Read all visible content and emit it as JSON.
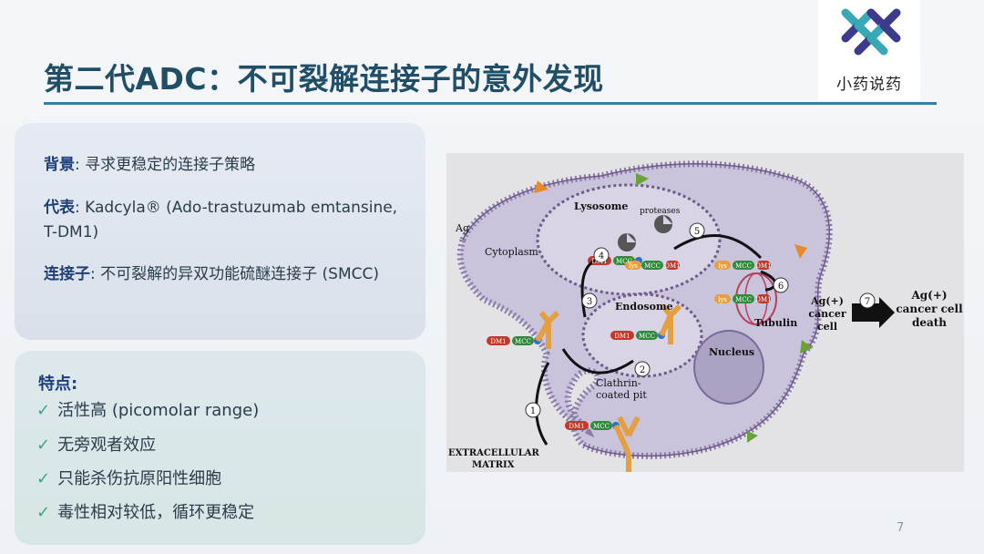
{
  "slide": {
    "title": "第二代ADC：不可裂解连接子的意外发现",
    "page_number": "7"
  },
  "logo": {
    "text": "小药说药"
  },
  "info": {
    "background_label": "背景",
    "background_text": ": 寻求更稳定的连接子策略",
    "representative_label": "代表",
    "representative_text": ": Kadcyla® (Ado-trastuzumab emtansine, T-DM1)",
    "linker_label": "连接子",
    "linker_text": ": 不可裂解的异双功能硫醚连接子 (SMCC)"
  },
  "features": {
    "title": "特点:",
    "check_glyph": "✓",
    "items": [
      "活性高 (picomolar range)",
      "无旁观者效应",
      "只能杀伤抗原阳性细胞",
      "毒性相对较低，循环更稳定"
    ]
  },
  "figure": {
    "label_ag": "Ag",
    "label_cytoplasm": "Cytoplasm",
    "label_lysosome": "Lysosome",
    "label_proteases": "proteases",
    "label_endosome": "Endosome",
    "label_nucleus": "Nucleus",
    "label_tubulin": "Tubulin",
    "label_clathrin_1": "Clathrin-",
    "label_clathrin_2": "coated pit",
    "label_extracellular_1": "EXTRACELLULAR",
    "label_extracellular_2": "MATRIX",
    "label_ag_cancer_1": "Ag(+)",
    "label_ag_cancer_2": "cancer",
    "label_ag_cancer_3": "cell",
    "label_death_1": "Ag(+)",
    "label_death_2": "cancer cell",
    "label_death_3": "death",
    "label_dm1": "DM1",
    "label_mcc": "MCC",
    "label_lys": "lys",
    "steps": [
      "1",
      "2",
      "3",
      "4",
      "5",
      "6",
      "7"
    ]
  },
  "colors": {
    "title": "#1f4e66",
    "accent_line": "#2f7fa6",
    "label_blue": "#1f3f78",
    "check_green": "#3aa57a",
    "cell_fill": "#c9c3dc",
    "membrane": "#8d7aa8"
  }
}
